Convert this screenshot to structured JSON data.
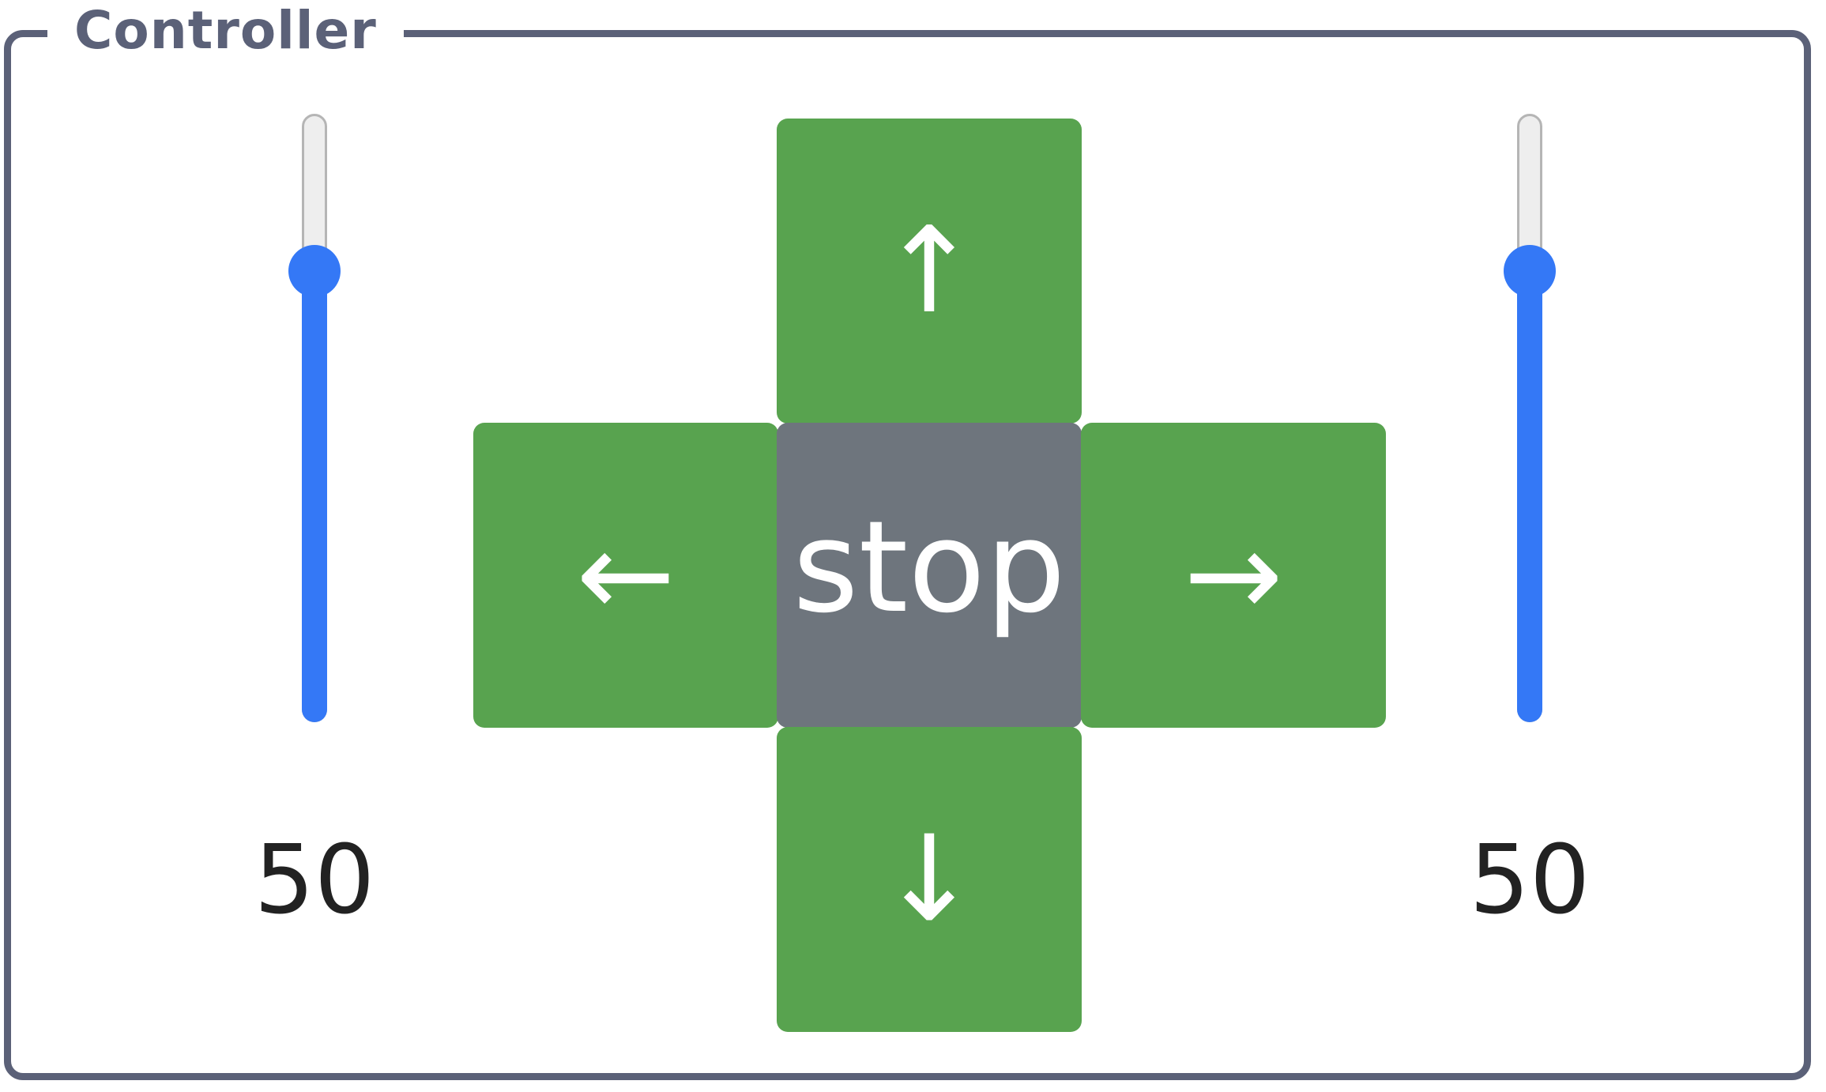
{
  "panel": {
    "title": "Controller"
  },
  "left_slider": {
    "value": "50",
    "level_percent": 74
  },
  "right_slider": {
    "value": "50",
    "level_percent": 74
  },
  "dpad": {
    "up_symbol": "↑",
    "down_symbol": "↓",
    "left_symbol": "←",
    "right_symbol": "→",
    "stop_label": "stop"
  },
  "colors": {
    "direction_button": "#58a34f",
    "stop_button": "#6e757d",
    "slider_accent": "#3478f6",
    "panel_border": "#5b6178"
  }
}
